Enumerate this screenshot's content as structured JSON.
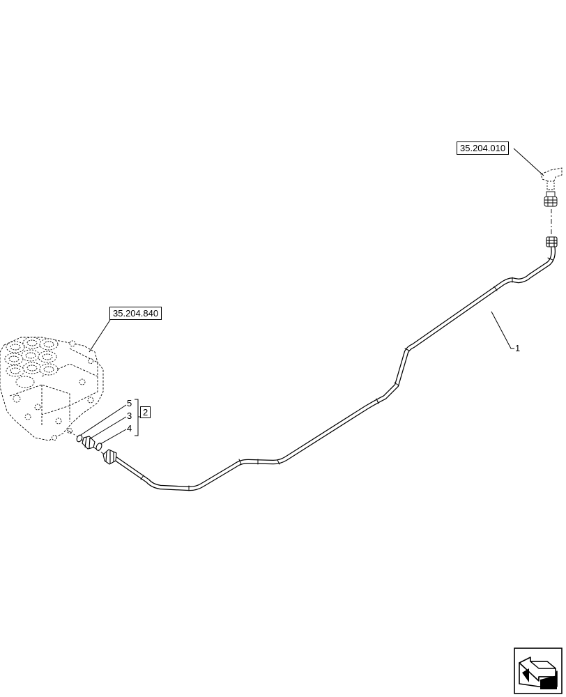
{
  "references": {
    "top_ref": "35.204.010",
    "valve_ref": "35.204.840"
  },
  "callouts": {
    "pipe": "1",
    "kit": "2",
    "part_3": "3",
    "part_4": "4",
    "part_5": "5"
  },
  "icons": {
    "navigation": "next-page-arrow-icon"
  }
}
